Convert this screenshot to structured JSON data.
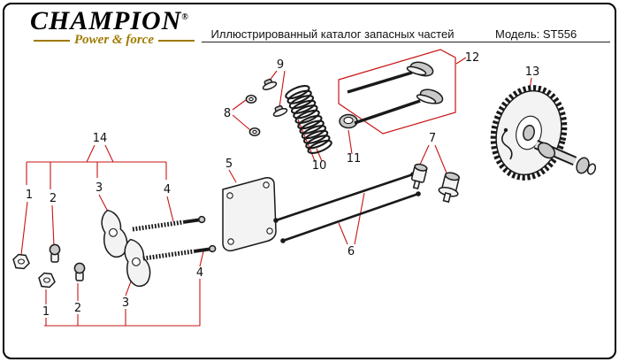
{
  "header": {
    "brand": "CHAMPION",
    "registered_mark": "®",
    "tagline": "Power & force",
    "catalog_title": "Иллюстрированный каталог запасных частей",
    "model_label": "Модель: ST556"
  },
  "colors": {
    "callout_line_red": "#c81414",
    "brand_gold": "#a07a00",
    "ink": "#1a1a1a"
  },
  "callouts": [
    {
      "label": "14"
    },
    {
      "label": "1"
    },
    {
      "label": "2"
    },
    {
      "label": "3"
    },
    {
      "label": "4"
    },
    {
      "label": "1"
    },
    {
      "label": "2"
    },
    {
      "label": "3"
    },
    {
      "label": "4"
    },
    {
      "label": "5"
    },
    {
      "label": "6"
    },
    {
      "label": "7"
    },
    {
      "label": "8"
    },
    {
      "label": "9"
    },
    {
      "label": "10"
    },
    {
      "label": "11"
    },
    {
      "label": "12"
    },
    {
      "label": "13"
    }
  ]
}
